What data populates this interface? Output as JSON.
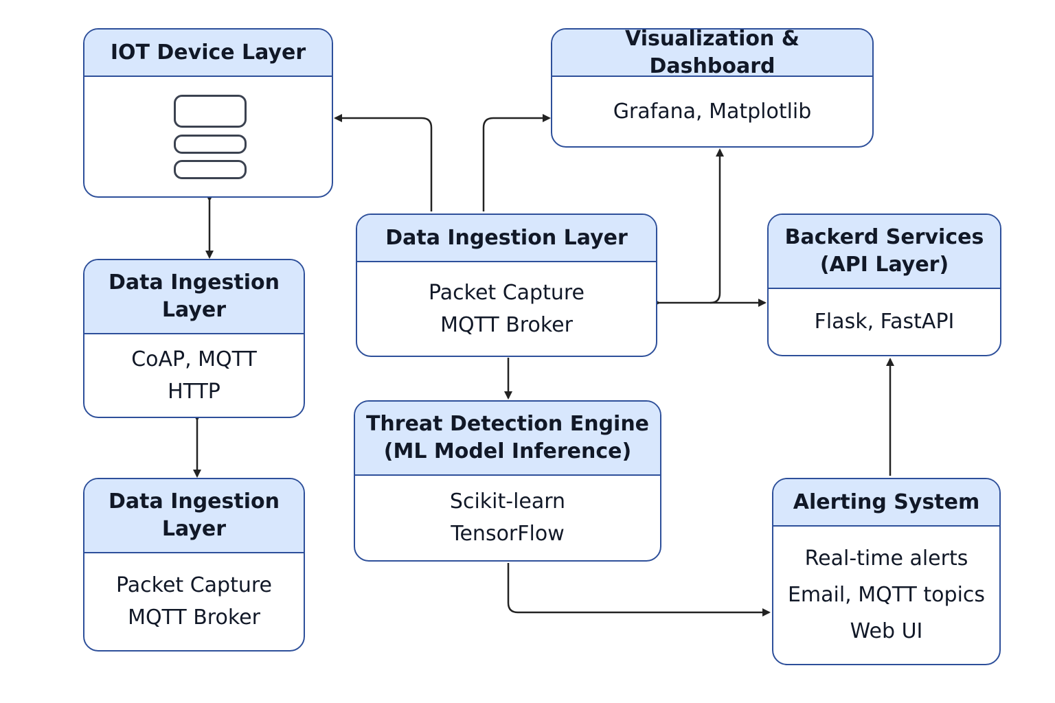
{
  "colors": {
    "border": "#2d4f9a",
    "header_fill": "#d8e7fd",
    "arrow": "#222222",
    "icon_stroke": "#3b4250"
  },
  "boxes": {
    "iot": {
      "title": "IOT Device Layer",
      "icon": "device-stack-icon"
    },
    "viz": {
      "title": "Visualization & Dashboard",
      "lines": [
        "Grafana, Matplotlib"
      ]
    },
    "ingest_center": {
      "title": "Data Ingestion Layer",
      "lines": [
        "Packet Capture",
        "MQTT Broker"
      ]
    },
    "backend": {
      "title_lines": [
        "Backerd Services",
        "(API Layer)"
      ],
      "lines": [
        "Flask, FastAPI"
      ]
    },
    "ingest_left1": {
      "title_lines": [
        "Data Ingestion",
        "Layer"
      ],
      "lines": [
        "CoAP, MQTT",
        "HTTP"
      ]
    },
    "ingest_left2": {
      "title_lines": [
        "Data Ingestion",
        "Layer"
      ],
      "lines": [
        "Packet Capture",
        "MQTT Broker"
      ]
    },
    "threat": {
      "title_lines": [
        "Threat Detection Engine",
        "(ML Model Inference)"
      ],
      "lines": [
        "Scikit-learn",
        "TensorFlow"
      ]
    },
    "alerting": {
      "title": "Alerting System",
      "lines": [
        "Real-time alerts",
        "Email, MQTT topics",
        "Web UI"
      ]
    }
  }
}
